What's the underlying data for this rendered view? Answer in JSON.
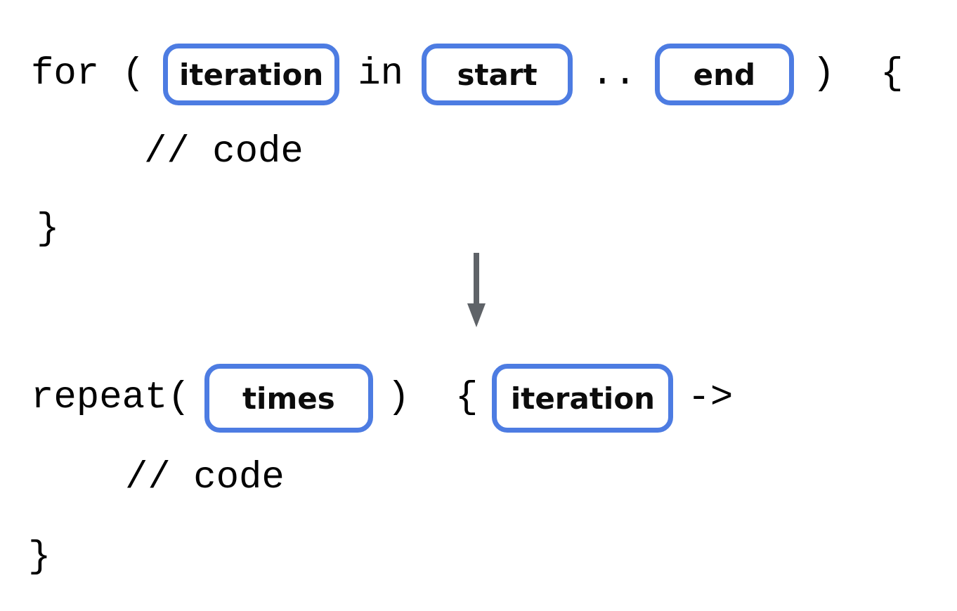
{
  "colors": {
    "background": "#ffffff",
    "slot_border_blue": "#4d7ce2",
    "code_text": "#000000",
    "arrow_gray": "#5f6368"
  },
  "icons": {
    "transform_arrow": "down-arrow-icon"
  },
  "before": {
    "keyword": "for (",
    "slot_iteration": "iteration",
    "in_keyword": "in",
    "slot_start": "start",
    "range_dots": "..",
    "slot_end": "end",
    "close": ")  {",
    "comment": "// code",
    "closing_brace": "}"
  },
  "after": {
    "keyword": "repeat(",
    "slot_times": "times",
    "mid": ")  {",
    "slot_iteration": "iteration",
    "lambda_arrow": "->",
    "comment": "// code",
    "closing_brace": "}"
  }
}
